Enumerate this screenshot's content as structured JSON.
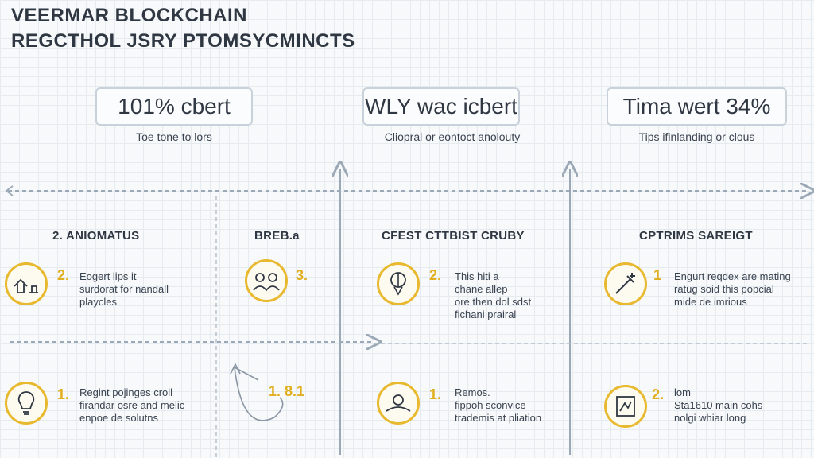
{
  "title": {
    "line1": "VEERMAR BLOCKCHAIN",
    "line2": "REGCTHOL JSRY PTOMSYCMINCTS"
  },
  "stats": [
    {
      "value": "101% cbert",
      "caption": "Toe tone to lors"
    },
    {
      "value": "WLY wac icbert",
      "caption": "Cliopral or eontoct anolouty"
    },
    {
      "value": "Tima wert 34%",
      "caption": "Tips ifinlanding or clous"
    }
  ],
  "columns": [
    {
      "heading": "2. ANIOMATUS"
    },
    {
      "heading": "BREB.a"
    },
    {
      "heading": "CFEST CTTBIST CRUBY"
    },
    {
      "heading": "CPTRIMS SAREIGT"
    }
  ],
  "items_row1": [
    {
      "icon": "house-icon",
      "num": "2.",
      "lines": [
        "Eogert lips it",
        "surdorat for nandall",
        "playcles"
      ]
    },
    {
      "icon": "group-icon",
      "num": "3.",
      "lines": []
    },
    {
      "icon": "balloon-icon",
      "num": "2.",
      "lines": [
        "This hiti a",
        "chane allep",
        "ore then dol sdst",
        "fichani prairal"
      ]
    },
    {
      "icon": "wand-icon",
      "num": "1",
      "lines": [
        "Engurt reqdex are mating",
        "ratug soid this popcial",
        "mide de imrious"
      ]
    }
  ],
  "items_row2": [
    {
      "icon": "lightbulb-icon",
      "num": "1.",
      "lines": [
        "Regint pojinges croll",
        "firandar osre and melic",
        "enpoe de solutns"
      ]
    },
    {
      "icon": "trend-curve-icon",
      "num": "1. 8.1",
      "lines": []
    },
    {
      "icon": "chart-circle-icon",
      "num": "1.",
      "lines": [
        "Remos.",
        "fippoh sconvice",
        "trademis at pliation"
      ]
    },
    {
      "icon": "document-icon",
      "num": "2.",
      "lines": [
        "lom",
        "Sta1610 main cohs",
        "nolgi whiar long"
      ]
    }
  ],
  "colors": {
    "accent": "#e8b92f",
    "text": "#2f3742",
    "grid": "#e6ebf0"
  }
}
